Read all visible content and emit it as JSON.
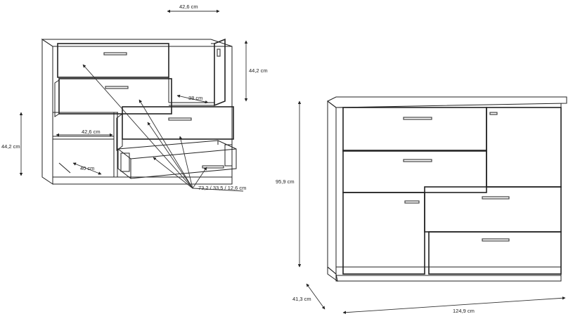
{
  "dimensions": {
    "inner_width_top": "42,6 cm",
    "inner_height_right": "44,2 cm",
    "inner_height_left": "44,2 cm",
    "inner_width_shelf": "42,6 cm",
    "depth_shelf": "40 cm",
    "depth_door": "38 cm",
    "drawer_sizes": "73,2 / 33,5 / 12,6 cm",
    "total_height": "95,9 cm",
    "total_depth": "41,3 cm",
    "total_width": "124,9 cm"
  }
}
